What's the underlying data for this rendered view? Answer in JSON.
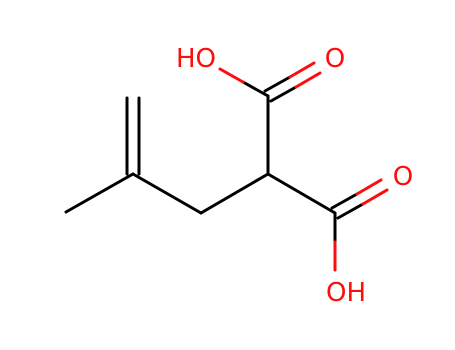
{
  "molecule": {
    "atom_labels": {
      "hydroxyl_top": "HO",
      "carbonyl_top": "O",
      "carbonyl_bottom": "O",
      "hydroxyl_bottom": "OH"
    },
    "colors": {
      "bond": "#000000",
      "oxygen": "#ff0d0d",
      "background": "#ffffff"
    }
  }
}
